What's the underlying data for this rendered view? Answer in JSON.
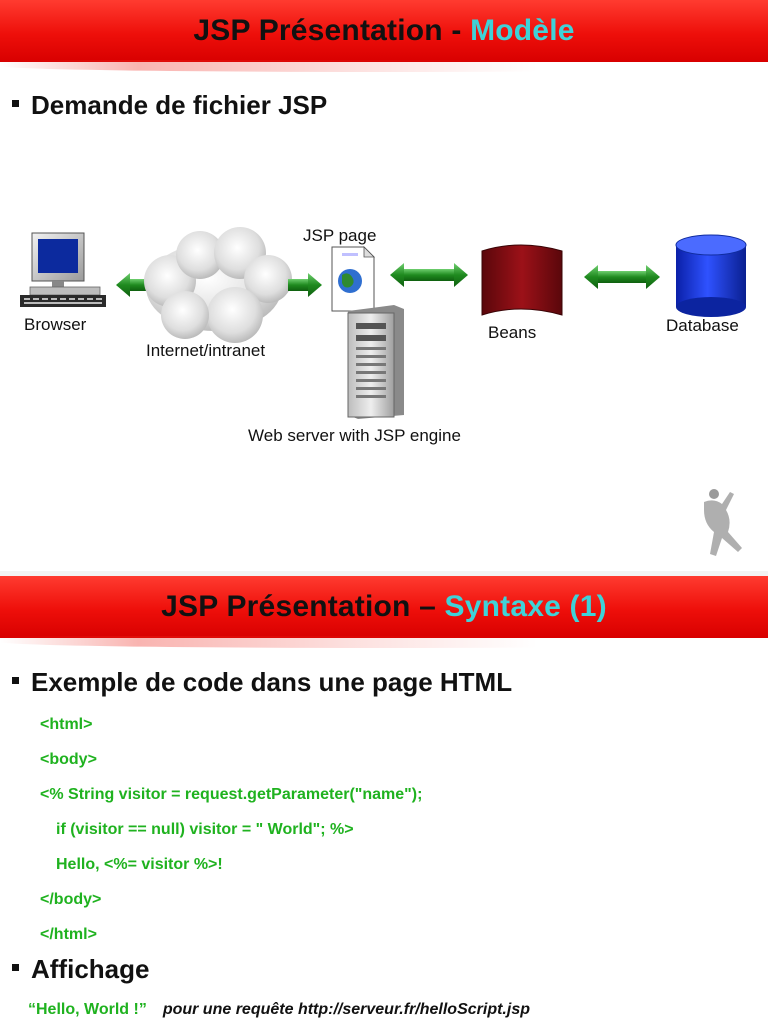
{
  "slide1": {
    "title_main": "JSP Présentation - ",
    "title_accent": "Modèle",
    "bullet": "Demande de fichier JSP",
    "diagram": {
      "browser_label": "Browser",
      "internet_label": "Internet/intranet",
      "jsp_page_label": "JSP page",
      "beans_label": "Beans",
      "database_label": "Database",
      "webserver_label": "Web server with JSP engine"
    }
  },
  "slide2": {
    "title_main": "JSP Présentation – ",
    "title_accent": "Syntaxe (1)",
    "bullet1": "Exemple de code dans une page HTML",
    "code": [
      "<html>",
      "<body>",
      "<% String visitor = request.getParameter(\"name\");",
      "if (visitor == null) visitor = \" World\"; %>",
      "Hello, <%= visitor %>!",
      "</body>",
      "</html>"
    ],
    "bullet2": "Affichage",
    "result_green": "“Hello, World !”",
    "result_black": "pour une requête http://serveur.fr/helloScript.jsp"
  },
  "colors": {
    "title_red": "#ee0f0a",
    "accent_cyan": "#3fd2d8",
    "code_green": "#1fb21f",
    "arrow_green": "#2e8b2e",
    "beans_maroon": "#8b0f14",
    "database_blue": "#1f3fe0"
  }
}
